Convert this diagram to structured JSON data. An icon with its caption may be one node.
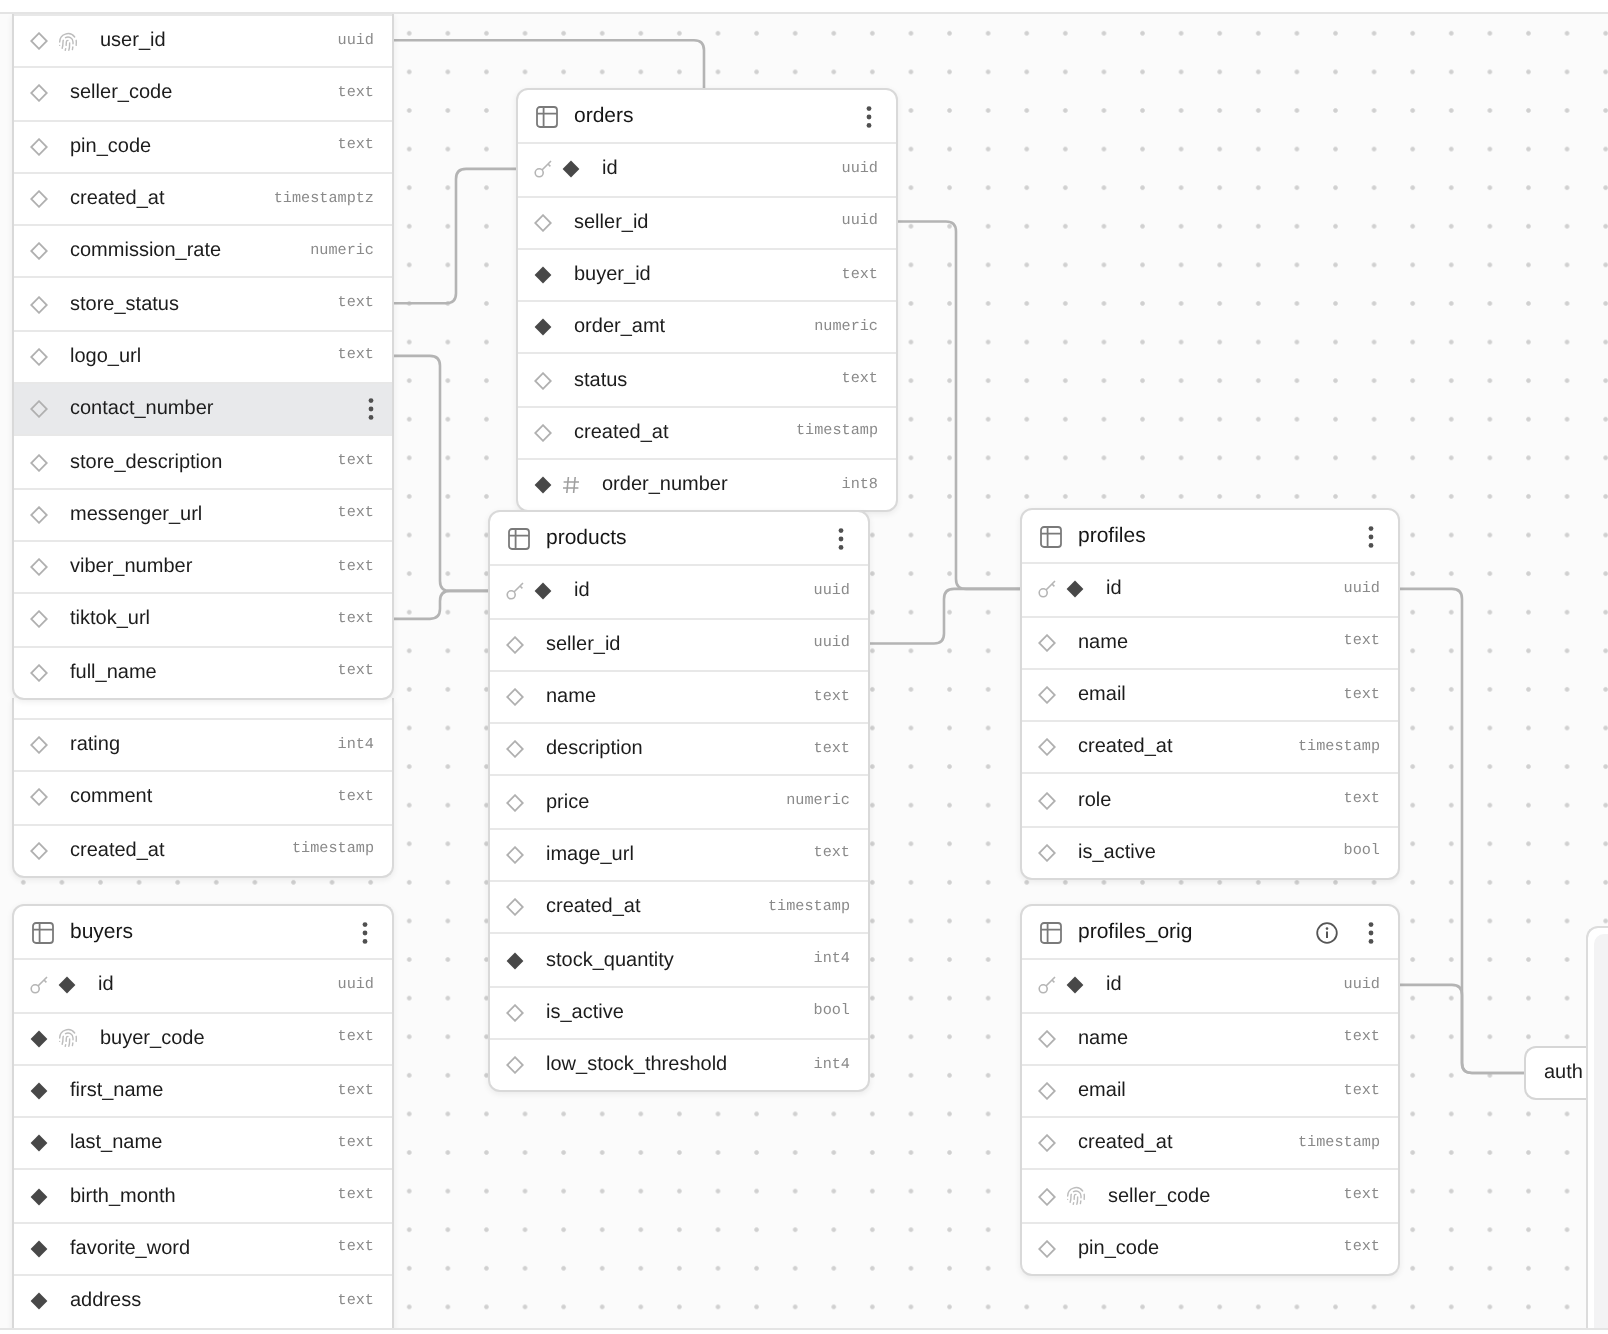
{
  "diagram": {
    "nodes": [
      {
        "text": [],
        "shape": "box"
      },
      {
        "text": [
          "user_id",
          "uuid"
        ],
        "in": 0
      },
      {
        "text": [
          "seller_code",
          "text"
        ],
        "in": 0
      },
      {
        "text": [
          "pin_code",
          "text"
        ],
        "in": 0
      },
      {
        "text": [
          "created_at",
          "timestamptz"
        ],
        "in": 0
      },
      {
        "text": [
          "commission_rate",
          "numeric"
        ],
        "in": 0
      },
      {
        "text": [
          "store_status",
          "text"
        ],
        "in": 0
      },
      {
        "text": [
          "logo_url",
          "text"
        ],
        "in": 0
      },
      {
        "text": [
          "contact_number"
        ],
        "in": 0
      },
      {
        "text": [
          "store_description",
          "text"
        ],
        "in": 0
      },
      {
        "text": [
          "messenger_url",
          "text"
        ],
        "in": 0
      },
      {
        "text": [
          "viber_number",
          "text"
        ],
        "in": 0
      },
      {
        "text": [
          "tiktok_url",
          "text"
        ],
        "in": 0
      },
      {
        "text": [
          "full_name",
          "text"
        ],
        "in": 0
      },
      {
        "text": [],
        "shape": "box"
      },
      {
        "text": [
          "rating",
          "int4"
        ],
        "in": 14
      },
      {
        "text": [
          "comment",
          "text"
        ],
        "in": 14
      },
      {
        "text": [
          "created_at",
          "timestamp"
        ],
        "in": 14
      },
      {
        "text": [
          "buyers"
        ]
      },
      {
        "text": [
          "id",
          "uuid"
        ],
        "in": 18
      },
      {
        "text": [
          "buyer_code",
          "text"
        ],
        "in": 18
      },
      {
        "text": [
          "first_name",
          "text"
        ],
        "in": 18
      },
      {
        "text": [
          "last_name",
          "text"
        ],
        "in": 18
      },
      {
        "text": [
          "birth_month",
          "text"
        ],
        "in": 18
      },
      {
        "text": [
          "favorite_word",
          "text"
        ],
        "in": 18
      },
      {
        "text": [
          "address",
          "text"
        ],
        "in": 18
      },
      {
        "text": [
          "orders"
        ]
      },
      {
        "text": [
          "id",
          "uuid"
        ],
        "in": 26
      },
      {
        "text": [
          "seller_id",
          "uuid"
        ],
        "in": 26
      },
      {
        "text": [
          "buyer_id",
          "text"
        ],
        "in": 26
      },
      {
        "text": [
          "order_amt",
          "numeric"
        ],
        "in": 26
      },
      {
        "text": [
          "status",
          "text"
        ],
        "in": 26
      },
      {
        "text": [
          "created_at",
          "timestamp"
        ],
        "in": 26
      },
      {
        "text": [
          "order_number",
          "int8"
        ],
        "in": 26
      },
      {
        "text": [
          "products"
        ]
      },
      {
        "text": [
          "id",
          "uuid"
        ],
        "in": 34
      },
      {
        "text": [
          "seller_id",
          "uuid"
        ],
        "in": 34
      },
      {
        "text": [
          "name",
          "text"
        ],
        "in": 34
      },
      {
        "text": [
          "description",
          "text"
        ],
        "in": 34
      },
      {
        "text": [
          "price",
          "numeric"
        ],
        "in": 34
      },
      {
        "text": [
          "image_url",
          "text"
        ],
        "in": 34
      },
      {
        "text": [
          "created_at",
          "timestamp"
        ],
        "in": 34
      },
      {
        "text": [
          "stock_quantity",
          "int4"
        ],
        "in": 34
      },
      {
        "text": [
          "is_active",
          "bool"
        ],
        "in": 34
      },
      {
        "text": [
          "low_stock_threshold",
          "int4"
        ],
        "in": 34
      },
      {
        "text": [
          "profiles"
        ]
      },
      {
        "text": [
          "id",
          "uuid"
        ],
        "in": 45
      },
      {
        "text": [
          "name",
          "text"
        ],
        "in": 45
      },
      {
        "text": [
          "email",
          "text"
        ],
        "in": 45
      },
      {
        "text": [
          "created_at",
          "timestamp"
        ],
        "in": 45
      },
      {
        "text": [
          "role",
          "text"
        ],
        "in": 45
      },
      {
        "text": [
          "is_active",
          "bool"
        ],
        "in": 45
      },
      {
        "text": [
          "profiles_orig"
        ]
      },
      {
        "text": [
          "id",
          "uuid"
        ],
        "in": 52
      },
      {
        "text": [
          "name",
          "text"
        ],
        "in": 52
      },
      {
        "text": [
          "email",
          "text"
        ],
        "in": 52
      },
      {
        "text": [
          "created_at",
          "timestamp"
        ],
        "in": 52
      },
      {
        "text": [
          "seller_code",
          "text"
        ],
        "in": 52
      },
      {
        "text": [
          "pin_code",
          "text"
        ],
        "in": 52
      },
      {
        "text": [
          "auth"
        ]
      },
      {
        "text": [],
        "shape": "box"
      }
    ],
    "edges": [
      {
        "from": 1,
        "to": 26,
        "arrow": "none"
      },
      {
        "from": 6,
        "to": 27,
        "arrow": "none"
      },
      {
        "from": 7,
        "to": 35,
        "arrow": "none"
      },
      {
        "from": 12,
        "to": 35,
        "arrow": "none"
      },
      {
        "from": 28,
        "to": 46,
        "arrow": "none"
      },
      {
        "from": 36,
        "to": 46,
        "arrow": "none"
      },
      {
        "from": 46,
        "to": 59,
        "arrow": "none"
      },
      {
        "from": 53,
        "to": 59,
        "arrow": "none"
      }
    ]
  }
}
